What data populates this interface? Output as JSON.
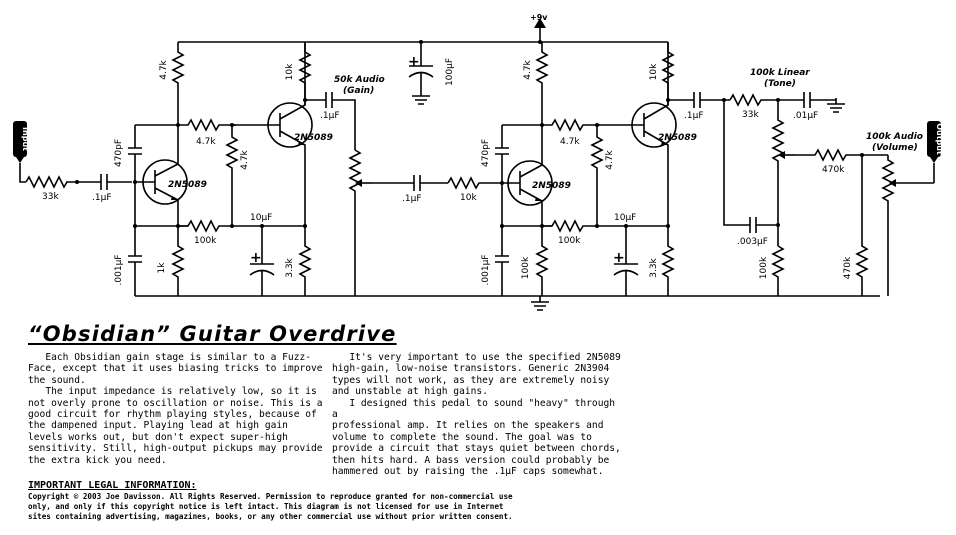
{
  "schematic": {
    "supply": "+9v",
    "input_label": "Input",
    "output_label": "Output",
    "components": {
      "r_in": "33k",
      "c_in": ".1µF",
      "c_470p_1": "470pF",
      "c_001_1": ".001µF",
      "r_47k_c1": "4.7k",
      "r_47k_b1": "4.7k",
      "r_47k_v1": "4.7k",
      "r_1k": "1k",
      "r_100k_fb1": "100k",
      "q1": "2N5089",
      "q2": "2N5089",
      "r_10k_c2": "10k",
      "c_10u_1": "10µF",
      "r_33k_e2": "3.3k",
      "c_01_gain": ".1µF",
      "pot_gain": "50k Audio",
      "pot_gain_sub": "(Gain)",
      "c_100u": "100µF",
      "c_01_mid": ".1µF",
      "r_10k_mid": "10k",
      "c_470p_2": "470pF",
      "c_001_2": ".001µF",
      "r_47k_c3": "4.7k",
      "r_47k_b3": "4.7k",
      "r_47k_v3": "4.7k",
      "r_100k_e3": "100k",
      "r_100k_fb3": "100k",
      "q3": "2N5089",
      "q4": "2N5089",
      "r_10k_c4": "10k",
      "c_10u_2": "10µF",
      "r_33k_e4": "3.3k",
      "c_01_out": ".1µF",
      "pot_tone": "100k Linear",
      "pot_tone_sub": "(Tone)",
      "r_33k_tone": "33k",
      "c_01_tone": ".01µF",
      "c_003": ".003µF",
      "r_100k_tone": "100k",
      "r_470k_1": "470k",
      "r_470k_2": "470k",
      "pot_vol": "100k Audio",
      "pot_vol_sub": "(Volume)"
    }
  },
  "article": {
    "title": "“Obsidian” Guitar Overdrive",
    "col1": "   Each Obsidian gain stage is similar to a Fuzz-\nFace, except that it uses biasing tricks to improve\nthe sound.\n   The input impedance is relatively low, so it is\nnot overly prone to oscillation or noise. This is a\ngood circuit for rhythm playing styles, because of\nthe dampened input. Playing lead at high gain\nlevels works out, but don't expect super-high\nsensitivity. Still, high-output pickups may provide\nthe extra kick you need.",
    "col2": "   It's very important to use the specified 2N5089\nhigh-gain, low-noise transistors. Generic 2N3904\ntypes will not work, as they are extremely noisy\nand unstable at high gains.\n   I designed this pedal to sound \"heavy\" through a\nprofessional amp. It relies on the speakers and\nvolume to complete the sound. The goal was to\nprovide a circuit that stays quiet between chords,\nthen hits hard. A bass version could probably be\nhammered out by raising the .1µF caps somewhat.",
    "legal_heading": "IMPORTANT LEGAL INFORMATION:",
    "legal_text": "Copyright © 2003 Joe Davisson. All Rights Reserved. Permission to reproduce granted for non-commercial use\nonly, and only if this copyright notice is left intact. This diagram is not licensed for use in Internet\nsites containing advertising, magazines, books, or any other commercial use without prior written consent."
  }
}
